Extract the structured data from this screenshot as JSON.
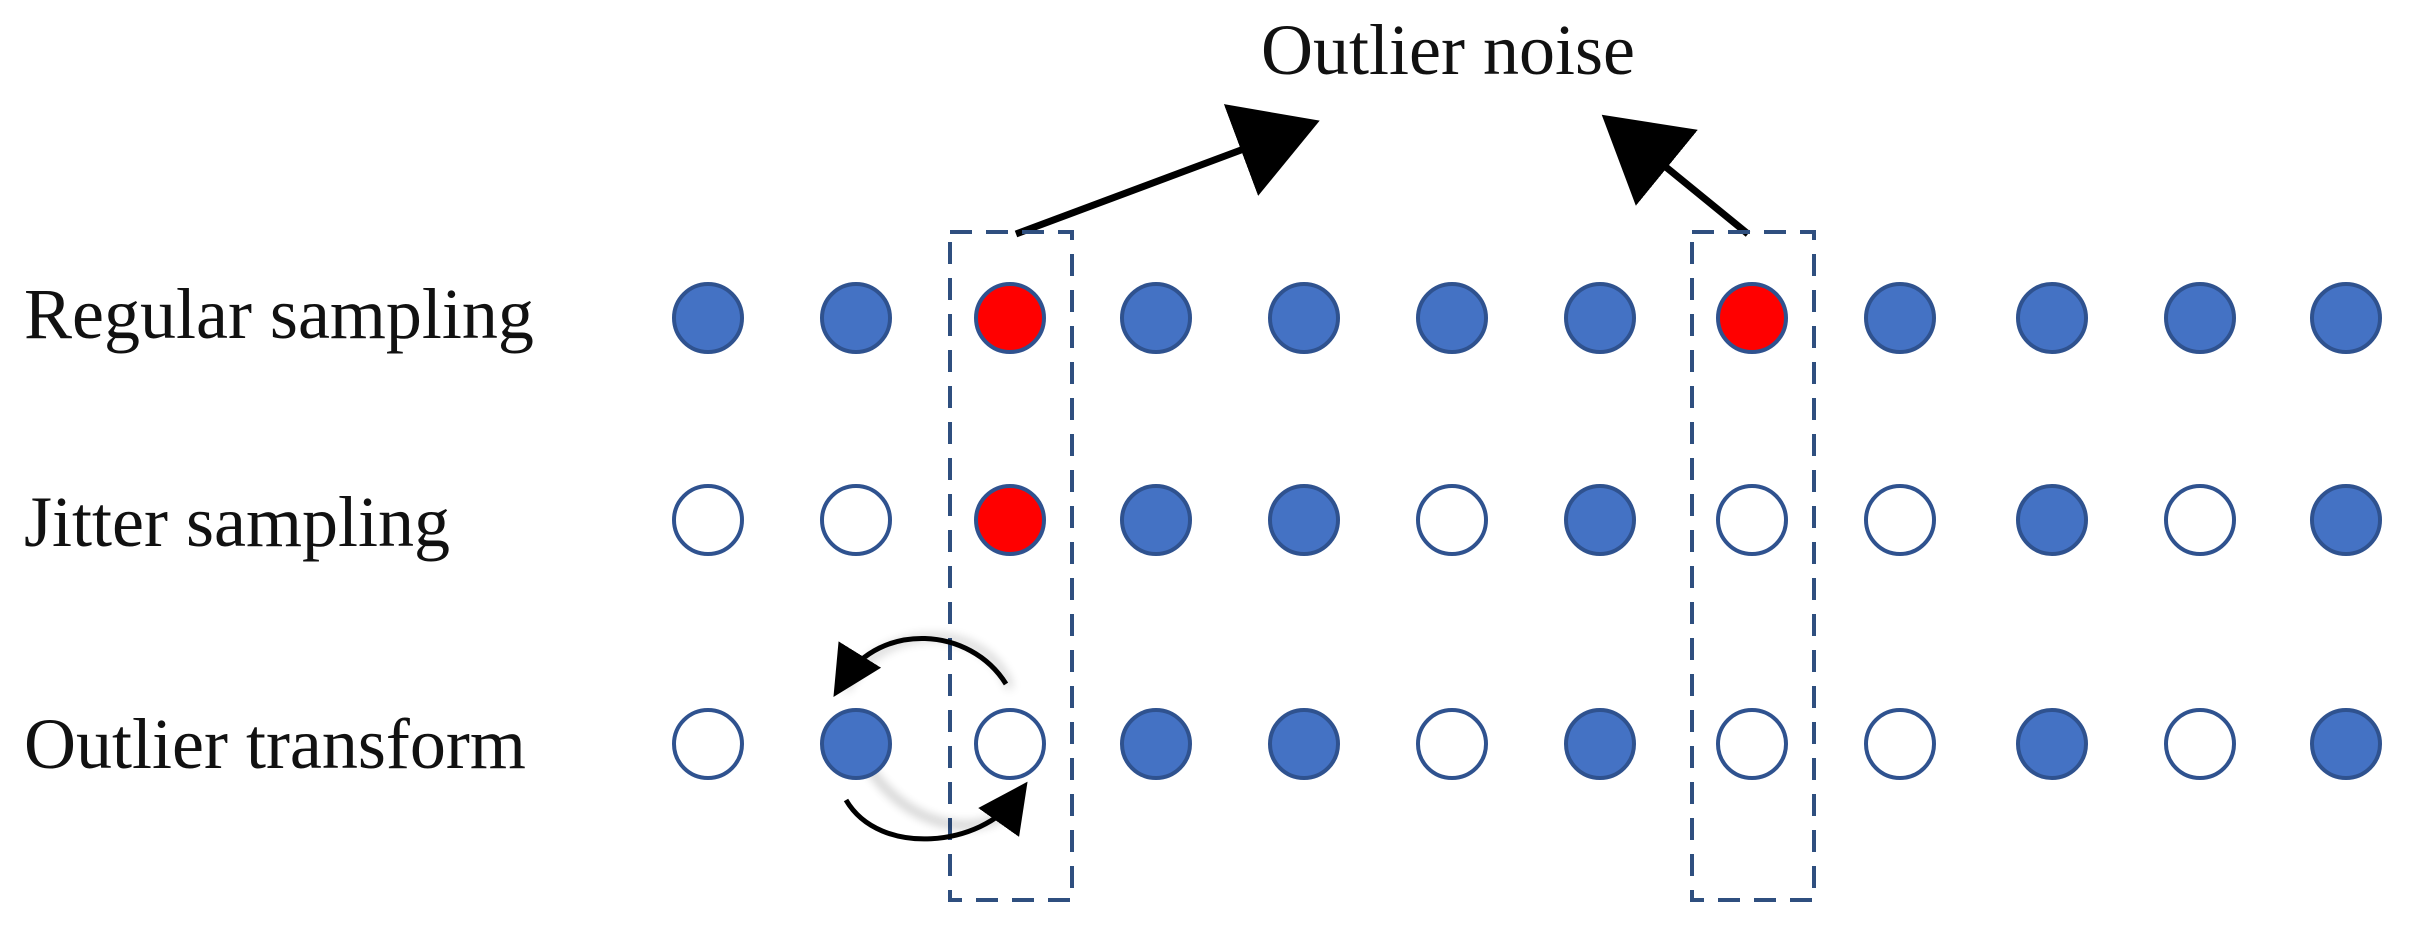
{
  "annotation": {
    "title": "Outlier noise"
  },
  "colors": {
    "filled": "#4472c4",
    "outline": "#2f528f",
    "noise": "#ff0000",
    "empty": "#ffffff",
    "box": "#2f4f7f",
    "arrow": "#000000",
    "text": "#111111"
  },
  "rows": [
    {
      "label": "Regular sampling",
      "dots": [
        "filled",
        "filled",
        "noise",
        "filled",
        "filled",
        "filled",
        "filled",
        "noise",
        "filled",
        "filled",
        "filled",
        "filled"
      ]
    },
    {
      "label": "Jitter sampling",
      "dots": [
        "empty",
        "empty",
        "noise",
        "filled",
        "filled",
        "empty",
        "filled",
        "empty",
        "empty",
        "filled",
        "empty",
        "filled"
      ]
    },
    {
      "label": "Outlier transform",
      "dots": [
        "empty",
        "filled",
        "empty",
        "filled",
        "filled",
        "empty",
        "filled",
        "empty",
        "empty",
        "filled",
        "empty",
        "filled"
      ]
    }
  ],
  "highlight_columns": [
    3,
    8
  ],
  "swap": {
    "row": 3,
    "columns": [
      2,
      3
    ]
  },
  "icons": {
    "pointer": "arrow-icon",
    "swap": "swap-arrows-icon"
  }
}
